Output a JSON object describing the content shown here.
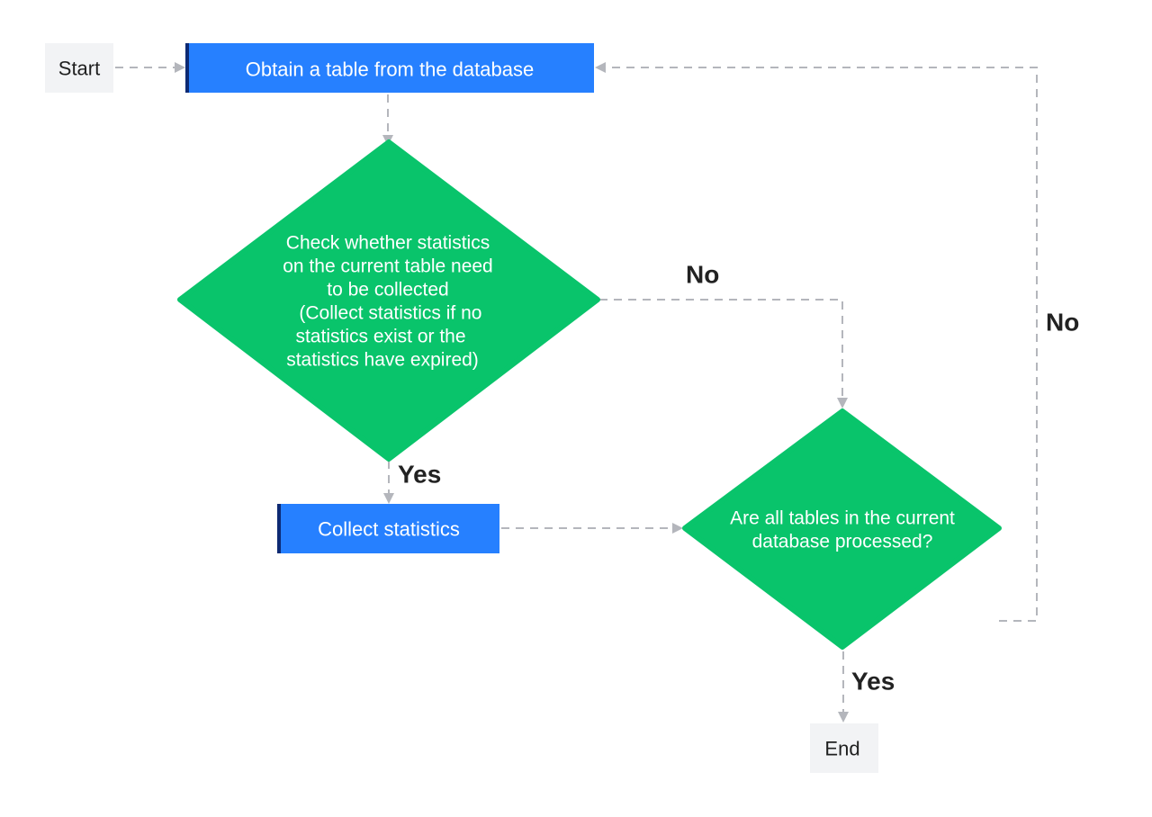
{
  "colors": {
    "process_fill": "#2680ff",
    "process_accent": "#0d2a73",
    "decision_fill": "#09c46b",
    "terminal_fill": "#f2f3f5",
    "edge": "#b4b6bc"
  },
  "nodes": {
    "start": "Start",
    "obtain": "Obtain a table from the database",
    "check": {
      "lines": [
        "Check whether statistics",
        "on the current table need",
        "to be collected",
        " (Collect statistics if no",
        "statistics exist or the",
        "statistics have expired)"
      ]
    },
    "collect": "Collect statistics",
    "all_processed": {
      "lines": [
        "Are all tables in the current",
        "database processed?"
      ]
    },
    "end": "End"
  },
  "edges": {
    "check_no": "No",
    "check_yes": "Yes",
    "all_no": "No",
    "all_yes": "Yes"
  }
}
